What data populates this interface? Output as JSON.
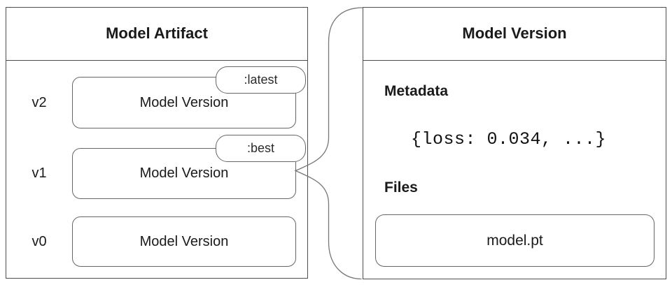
{
  "artifact_panel": {
    "title": "Model Artifact",
    "rows": [
      {
        "version": "v2",
        "label": "Model Version",
        "tag": ":latest"
      },
      {
        "version": "v1",
        "label": "Model Version",
        "tag": ":best"
      },
      {
        "version": "v0",
        "label": "Model Version"
      }
    ]
  },
  "version_panel": {
    "title": "Model Version",
    "metadata_label": "Metadata",
    "metadata_value": "{loss: 0.034, ...}",
    "files_label": "Files",
    "file_name": "model.pt"
  },
  "colors": {
    "panel_border": "#4d4d4d",
    "box_border": "#666666",
    "connector": "#777777",
    "text": "#1a1a1a",
    "background": "#ffffff"
  }
}
